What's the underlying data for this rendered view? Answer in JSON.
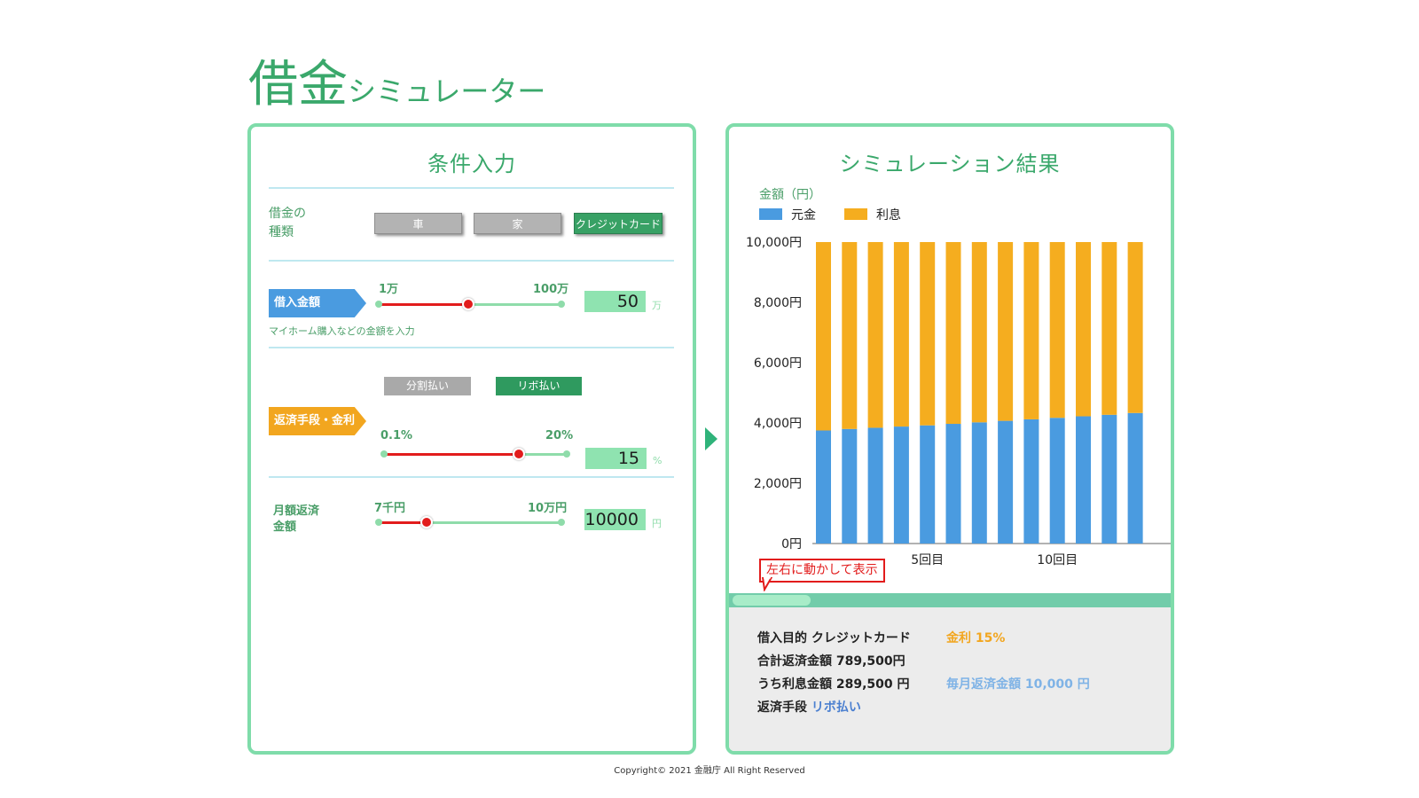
{
  "app": {
    "title_big": "借金",
    "title_small": "シミュレーター",
    "copyright": "Copyright© 2021 金融庁 All Right Reserved"
  },
  "conditions": {
    "title": "条件入力",
    "type_label": "借金の\n種類",
    "types": [
      "車",
      "家",
      "クレジットカード"
    ],
    "selected_type": "クレジットカード",
    "amount": {
      "tag": "借入金額",
      "min": "1万",
      "max": "100万",
      "value": "50",
      "unit": "万",
      "level": 0.49,
      "note": "マイホーム購入などの金額を入力"
    },
    "repayment": {
      "tag": "返済手段・金利",
      "methods": [
        "分割払い",
        "リボ払い"
      ],
      "selected_method": "リボ払い",
      "rate_min": "0.1%",
      "rate_max": "20%",
      "rate_value": "15",
      "rate_unit": "%",
      "level": 0.74
    },
    "monthly": {
      "label": "月額返済\n金額",
      "min": "7千円",
      "max": "10万円",
      "value": "10000",
      "unit": "円",
      "level": 0.26
    }
  },
  "result": {
    "title": "シミュレーション結果",
    "drag_hint": "左右に動かして表示",
    "summary": {
      "purpose_label": "借入目的",
      "purpose_value": "クレジットカード",
      "rate": "金利 15%",
      "total_label": "合計返済金額",
      "total_value": "789,500円",
      "interest_label": "うち利息金額",
      "interest_value": "289,500 円",
      "monthly": "毎月返済金額 10,000 円",
      "method_label": "返済手段",
      "method_value": "リボ払い"
    }
  },
  "colors": {
    "accent": "#3aa86b",
    "principal": "#4a9be0",
    "interest": "#f5ad1f",
    "red": "#e21c1c"
  },
  "chart_data": {
    "type": "bar",
    "stacked": true,
    "ylabel": "金額（円）",
    "ylim": [
      0,
      10000
    ],
    "yticks": [
      "0円",
      "2,000円",
      "4,000円",
      "6,000円",
      "8,000円",
      "10,000円"
    ],
    "xtick_labels": [
      {
        "index": 4,
        "label": "5回目"
      },
      {
        "index": 9,
        "label": "10回目"
      }
    ],
    "legend_position": "top-left",
    "grid": false,
    "categories": [
      "1",
      "2",
      "3",
      "4",
      "5",
      "6",
      "7",
      "8",
      "9",
      "10",
      "11",
      "12",
      "13"
    ],
    "series": [
      {
        "name": "元金",
        "color": "#4a9be0",
        "values": [
          3750,
          3800,
          3840,
          3880,
          3920,
          3970,
          4020,
          4070,
          4120,
          4170,
          4220,
          4270,
          4330
        ]
      },
      {
        "name": "利息",
        "color": "#f5ad1f",
        "values": [
          6250,
          6200,
          6160,
          6120,
          6080,
          6030,
          5980,
          5930,
          5880,
          5830,
          5780,
          5730,
          5670
        ]
      }
    ]
  }
}
